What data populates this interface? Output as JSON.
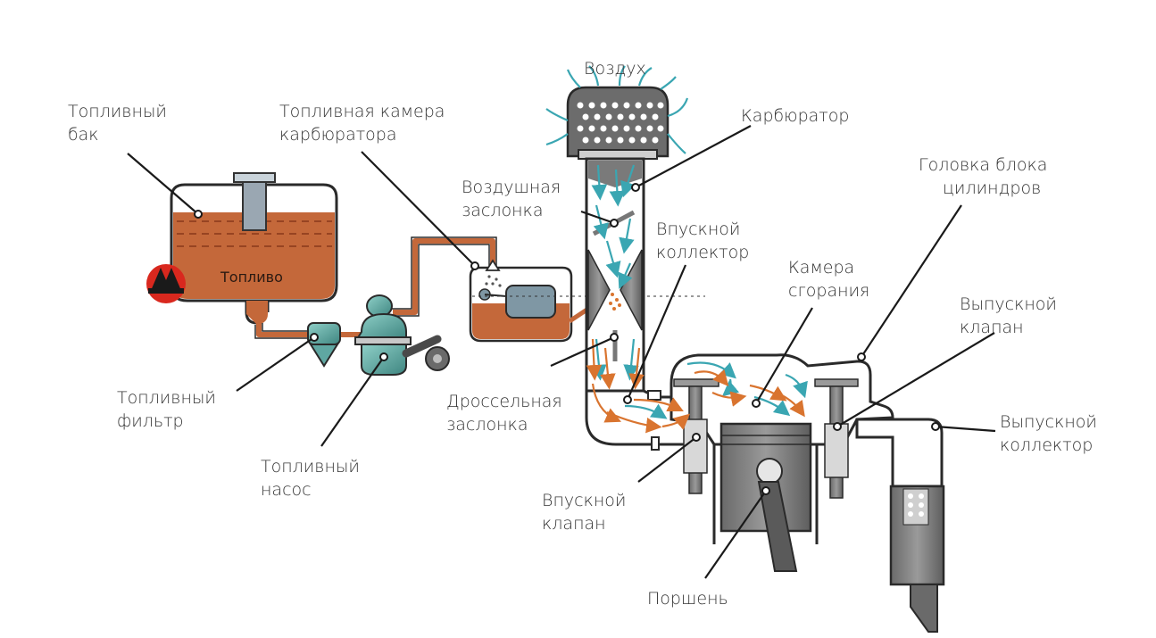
{
  "colors": {
    "fuel": "#c4683a",
    "fuel_dark": "#a4502a",
    "pipe": "#c4683a",
    "teal": "#5fa7a2",
    "teal_dark": "#3e8580",
    "gray_dark": "#5a5a5a",
    "gray_mid": "#8a8a8a",
    "gray_light": "#cfcfcf",
    "air_arrow": "#3aa6b2",
    "mix_arrow": "#d9742f",
    "line": "#222222",
    "logo_red": "#d9281e"
  },
  "labels": {
    "air": "Воздух",
    "carburetor": "Карбюратор",
    "fuel_tank": [
      "Топливный",
      "бак"
    ],
    "float_chamber": [
      "Топливная камера",
      "карбюратора"
    ],
    "choke": [
      "Воздушная",
      "заслонка"
    ],
    "intake_manifold": [
      "Впускной",
      "коллектор"
    ],
    "combustion_chamber": [
      "Камера",
      "сгорания"
    ],
    "cylinder_head": [
      "Головка блока",
      "цилиндров"
    ],
    "exhaust_valve": [
      "Выпускной",
      "клапан"
    ],
    "exhaust_manifold": [
      "Выпускной",
      "коллектор"
    ],
    "fuel_filter": [
      "Топливный",
      "фильтр"
    ],
    "fuel_pump": [
      "Топливный",
      "насос"
    ],
    "throttle": [
      "Дроссельная",
      "заслонка"
    ],
    "intake_valve": [
      "Впускной",
      "клапан"
    ],
    "piston": "Поршень",
    "fuel": "Топливо"
  },
  "icons": {
    "logo": "mountain-logo-icon"
  }
}
